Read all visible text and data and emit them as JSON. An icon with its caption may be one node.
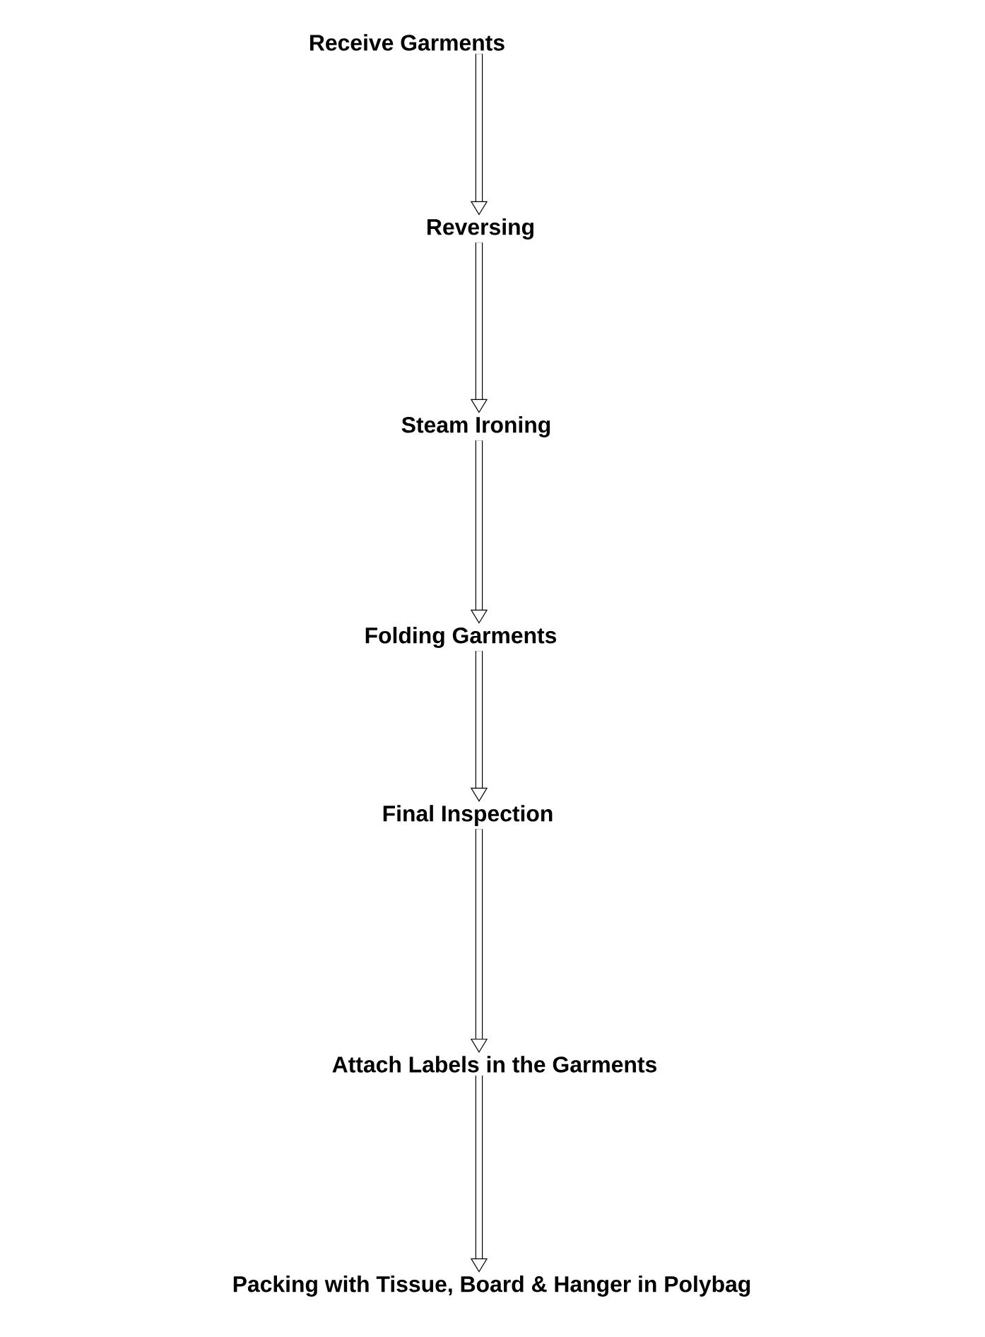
{
  "diagram": {
    "nodes": [
      {
        "text": [
          "Receive Garments"
        ]
      },
      {
        "text": [
          "Reversing"
        ]
      },
      {
        "text": [
          "Steam Ironing"
        ]
      },
      {
        "text": [
          "Folding Garments"
        ]
      },
      {
        "text": [
          "Final Inspection"
        ]
      },
      {
        "text": [
          "Attach Labels in the Garments"
        ]
      },
      {
        "text": [
          "Packing with Tissue, Board & Hanger in Polybag"
        ]
      }
    ],
    "edges": [
      {
        "from": 0,
        "to": 1,
        "arrow": "to"
      },
      {
        "from": 1,
        "to": 2,
        "arrow": "to"
      },
      {
        "from": 2,
        "to": 3,
        "arrow": "to"
      },
      {
        "from": 3,
        "to": 4,
        "arrow": "to"
      },
      {
        "from": 4,
        "to": 5,
        "arrow": "to"
      },
      {
        "from": 5,
        "to": 6,
        "arrow": "to"
      }
    ]
  }
}
